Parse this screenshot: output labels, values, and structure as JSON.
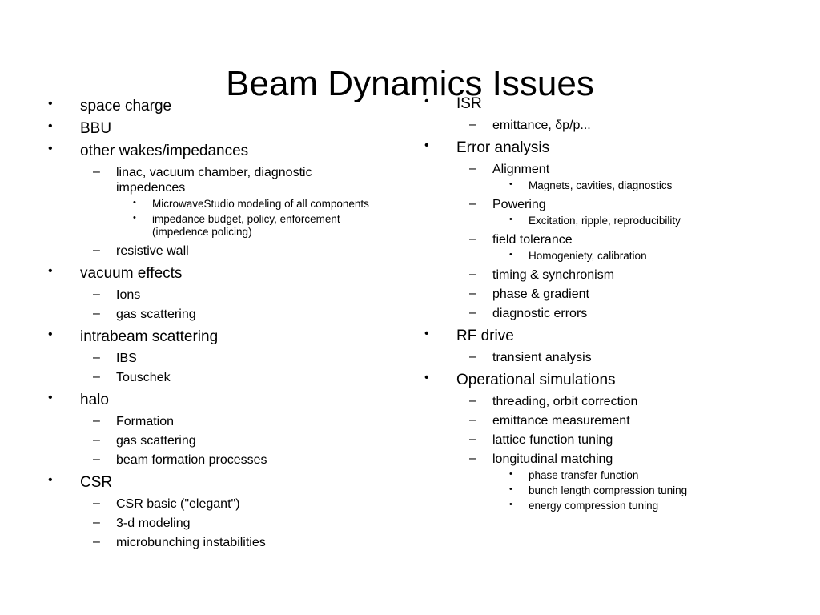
{
  "slide": {
    "title": "Beam Dynamics Issues",
    "markers": {
      "bullet": "•",
      "dash": "–"
    },
    "left_column": [
      {
        "level": 1,
        "text": "space charge"
      },
      {
        "level": 1,
        "text": "BBU"
      },
      {
        "level": 1,
        "text": "other wakes/impedances"
      },
      {
        "level": 2,
        "text": "linac, vacuum chamber, diagnostic impedences"
      },
      {
        "level": 3,
        "text": "MicrowaveStudio modeling of all components"
      },
      {
        "level": 3,
        "text": "impedance budget, policy, enforcement (impedence policing)"
      },
      {
        "level": 2,
        "text": "resistive wall"
      },
      {
        "level": 1,
        "text": "vacuum effects"
      },
      {
        "level": 2,
        "text": "Ions"
      },
      {
        "level": 2,
        "text": "gas scattering"
      },
      {
        "level": 1,
        "text": "intrabeam scattering"
      },
      {
        "level": 2,
        "text": "IBS"
      },
      {
        "level": 2,
        "text": "Touschek"
      },
      {
        "level": 1,
        "text": "halo"
      },
      {
        "level": 2,
        "text": "Formation"
      },
      {
        "level": 2,
        "text": "gas scattering"
      },
      {
        "level": 2,
        "text": "beam formation processes"
      },
      {
        "level": 1,
        "text": "CSR"
      },
      {
        "level": 2,
        "text": "CSR basic (\"elegant\")"
      },
      {
        "level": 2,
        "text": "3-d modeling"
      },
      {
        "level": 2,
        "text": "microbunching instabilities"
      }
    ],
    "right_column": [
      {
        "level": 1,
        "text": "ISR"
      },
      {
        "level": 2,
        "text": "emittance, δp/p..."
      },
      {
        "level": 1,
        "text": "Error analysis"
      },
      {
        "level": 2,
        "text": "Alignment"
      },
      {
        "level": 3,
        "text": "Magnets, cavities, diagnostics"
      },
      {
        "level": 2,
        "text": "Powering"
      },
      {
        "level": 3,
        "text": "Excitation, ripple, reproducibility"
      },
      {
        "level": 2,
        "text": "field tolerance"
      },
      {
        "level": 3,
        "text": "Homogeniety, calibration"
      },
      {
        "level": 2,
        "text": "timing & synchronism"
      },
      {
        "level": 2,
        "text": "phase & gradient"
      },
      {
        "level": 2,
        "text": "diagnostic errors"
      },
      {
        "level": 1,
        "text": "RF drive"
      },
      {
        "level": 2,
        "text": "transient analysis"
      },
      {
        "level": 1,
        "text": "Operational simulations"
      },
      {
        "level": 2,
        "text": "threading, orbit correction"
      },
      {
        "level": 2,
        "text": "emittance measurement"
      },
      {
        "level": 2,
        "text": "lattice function tuning"
      },
      {
        "level": 2,
        "text": "longitudinal matching"
      },
      {
        "level": 3,
        "text": "phase transfer function"
      },
      {
        "level": 3,
        "text": "bunch length compression tuning"
      },
      {
        "level": 3,
        "text": "energy compression tuning"
      }
    ]
  }
}
